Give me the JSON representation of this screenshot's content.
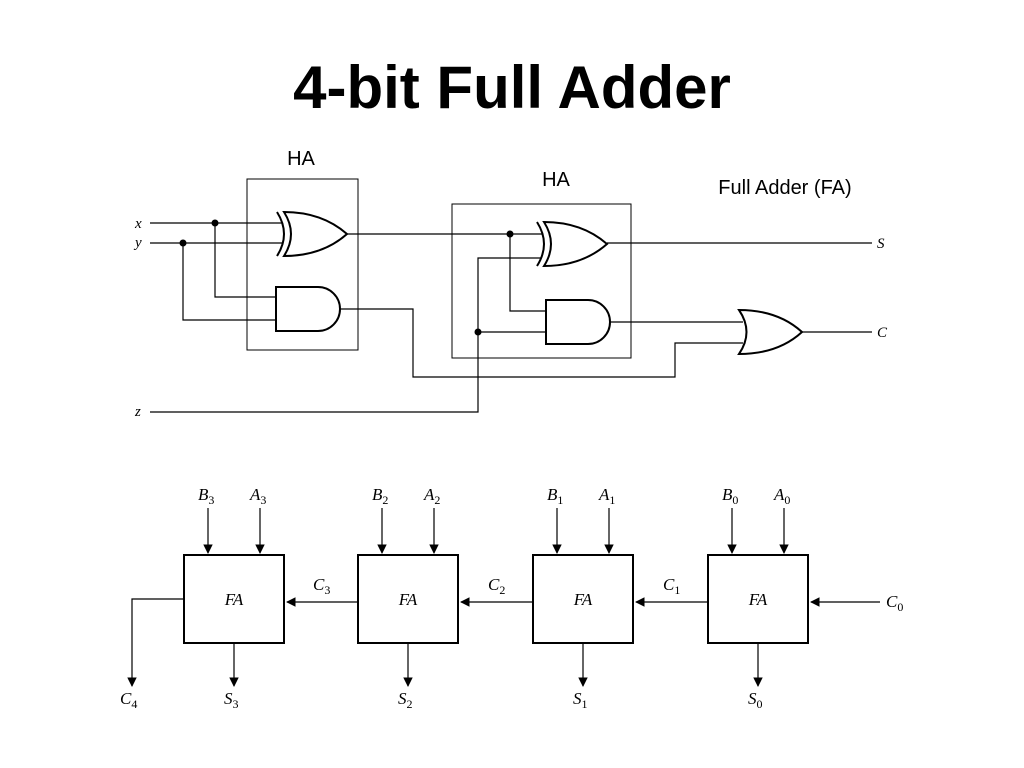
{
  "title": "4-bit Full Adder",
  "half_adder_label_1": "HA",
  "half_adder_label_2": "HA",
  "full_adder_caption": "Full Adder (FA)",
  "inputs": {
    "x": "x",
    "y": "y",
    "z": "z"
  },
  "outputs": {
    "s": "S",
    "c": "C"
  },
  "adders": [
    {
      "label": "FA",
      "b_main": "B",
      "b_sub": "3",
      "a_main": "A",
      "a_sub": "3",
      "s_main": "S",
      "s_sub": "3"
    },
    {
      "label": "FA",
      "b_main": "B",
      "b_sub": "2",
      "a_main": "A",
      "a_sub": "2",
      "s_main": "S",
      "s_sub": "2"
    },
    {
      "label": "FA",
      "b_main": "B",
      "b_sub": "1",
      "a_main": "A",
      "a_sub": "1",
      "s_main": "S",
      "s_sub": "1"
    },
    {
      "label": "FA",
      "b_main": "B",
      "b_sub": "0",
      "a_main": "A",
      "a_sub": "0",
      "s_main": "S",
      "s_sub": "0"
    }
  ],
  "carries": [
    {
      "main": "C",
      "sub": "4"
    },
    {
      "main": "C",
      "sub": "3"
    },
    {
      "main": "C",
      "sub": "2"
    },
    {
      "main": "C",
      "sub": "1"
    },
    {
      "main": "C",
      "sub": "0"
    }
  ]
}
